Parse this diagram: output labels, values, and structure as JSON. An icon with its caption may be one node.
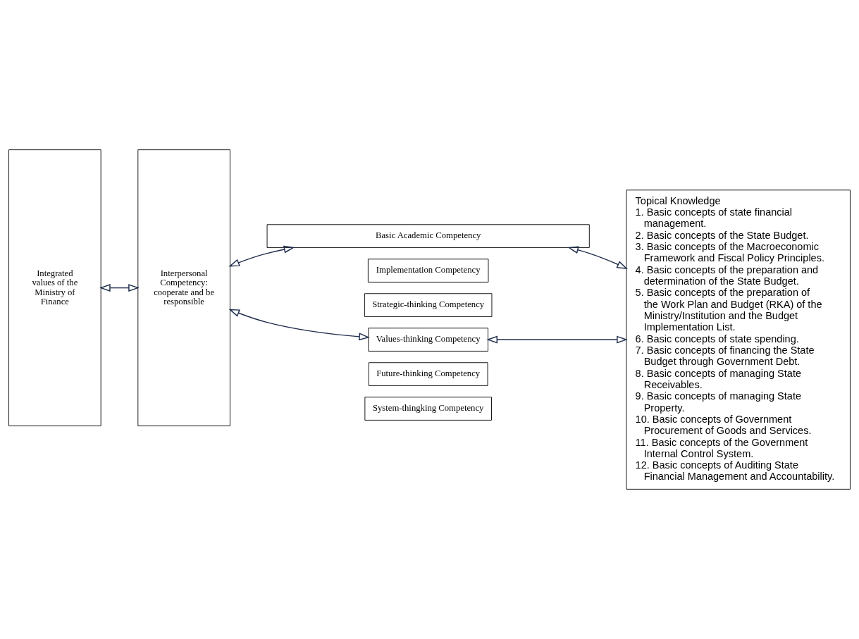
{
  "diagram": {
    "nodes": [
      {
        "text": [
          "Integrated values of the Ministry of Finance"
        ]
      },
      {
        "text": [
          "Interpersonal Competency: cooperate and be responsible"
        ]
      },
      {
        "text": [
          "Implementation Competency"
        ]
      },
      {
        "text": [
          "Strategic-thinking Competency"
        ]
      },
      {
        "text": [
          "Values-thinking Competency"
        ]
      },
      {
        "text": [
          "Future-thinking Competency"
        ]
      },
      {
        "text": [
          "System-thingking Competency"
        ]
      },
      {
        "text": [
          "Topical Knowledge",
          "1. Basic concepts of state financial management.",
          "2. Basic concepts of the State Budget.",
          "3. Basic concepts of the Macroeconomic Framework and Fiscal Policy Principles.",
          "4. Basic concepts of the preparation and determination of the State Budget.",
          "5. Basic concepts of the preparation of the Work Plan and Budget (RKA) of the Ministry/Institution and the Budget Implementation List.",
          "6. Basic concepts of state spending.",
          "7. Basic concepts of financing the State Budget through Government Debt.",
          "8. Basic concepts of managing State Receivables.",
          "9. Basic concepts of managing State Property.",
          "10. Basic concepts of Government Procurement of Goods and Services.",
          "11. Basic concepts of the Government Internal Control System.",
          "12. Basic concepts of Auditing State Financial Management and Accountability."
        ]
      },
      {
        "text": [
          "Basic Academic Competency"
        ]
      }
    ],
    "edges": [
      {
        "from": 0,
        "to": 1,
        "arrow": "both"
      },
      {
        "from": 1,
        "to": 4,
        "arrow": "both"
      },
      {
        "from": 4,
        "to": 7,
        "arrow": "both"
      },
      {
        "from": 1,
        "to": 8,
        "arrow": "both"
      },
      {
        "from": 7,
        "to": 8,
        "arrow": "both"
      }
    ]
  }
}
